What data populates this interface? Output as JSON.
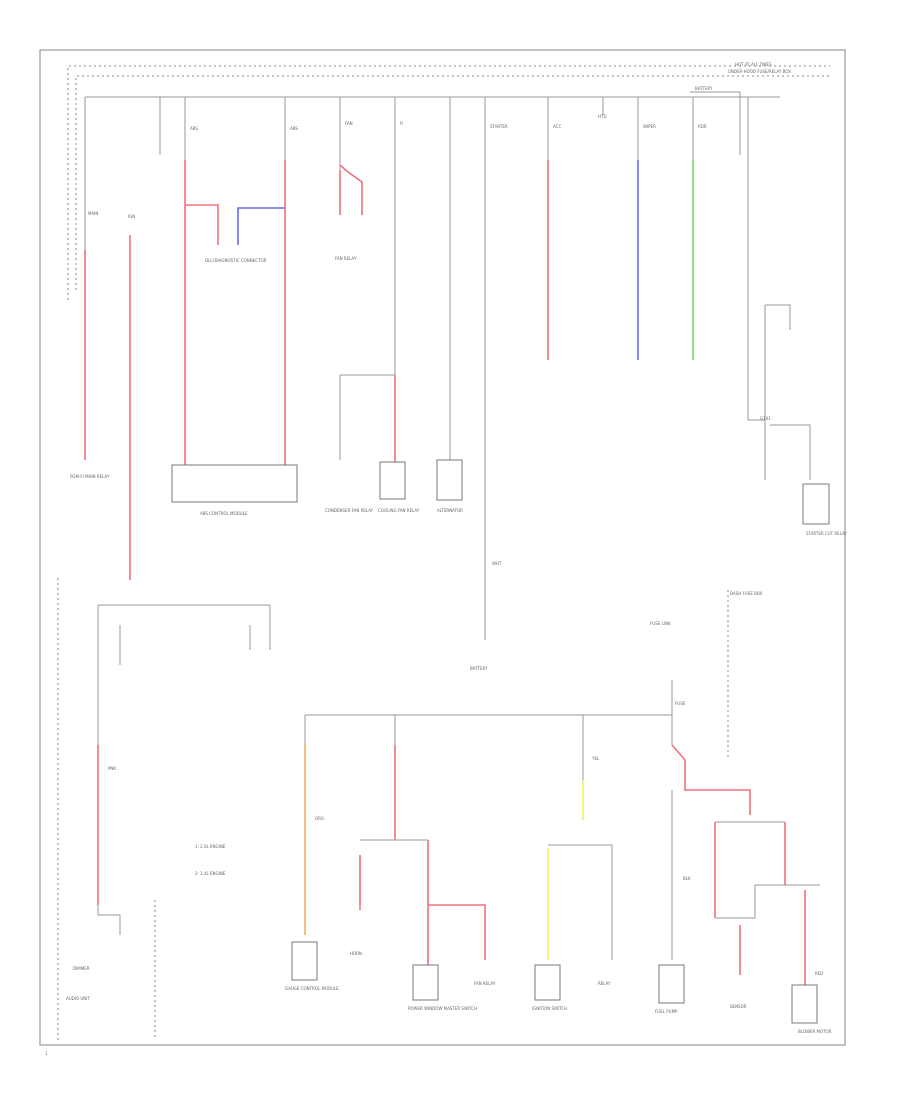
{
  "diagram": {
    "title_line_1": "HOT AT ALL TIMES",
    "title_line_2": "UNDER-HOOD FUSE/RELAY BOX",
    "page_number": "1",
    "legend": {
      "entry_1": "1: 2.0L ENGINE",
      "entry_2": "2: 2.4L ENGINE"
    },
    "top_labels": {
      "branch_1": "MAIN",
      "branch_2": "ABS",
      "branch_3": "ABS",
      "branch_4": "FAN",
      "branch_5": "FI",
      "branch_6": "IGN",
      "branch_7": "STARTER",
      "branch_8": "ACC",
      "branch_9": "HTD",
      "branch_10": "WIPER",
      "branch_11": "RDR",
      "bus": "BATTERY"
    },
    "components": {
      "abs_control_module": "ABS CONTROL MODULE",
      "fan_relay": "FAN RELAY",
      "cooling_fan_relay": "COOLING FAN RELAY",
      "condenser_fan_relay": "CONDENSER FAN RELAY",
      "alternator": "ALTERNATOR",
      "dlc_connector": "DLC/DIAGNOSTIC CONNECTOR",
      "battery": "BATTERY",
      "starter_cut_relay": "STARTER CUT RELAY",
      "main_relay": "PGM-FI MAIN RELAY",
      "fuse_box": "DASH FUSE BOX",
      "ground": "G101",
      "ignition_switch": "IGNITION SWITCH",
      "power_window": "POWER WINDOW MASTER SWITCH",
      "gauge": "GAUGE CONTROL MODULE",
      "horn": "HORN",
      "relay_1": "FAN RELAY",
      "relay_2": "RELAY",
      "dimmer": "DIMMER",
      "fuse_label": "FUSE",
      "fuse_link": "FUSE LINK",
      "fuel_pump": "FUEL PUMP",
      "audio": "AUDIO UNIT",
      "sensor": "SENSOR",
      "blower": "BLOWER MOTOR",
      "wire_red": "RED",
      "wire_wht": "WHT",
      "wire_blk": "BLK",
      "wire_pnk": "PNK",
      "wire_org": "ORG",
      "wire_yel": "YEL"
    }
  },
  "colors": {
    "red": "#f0707a",
    "blue": "#6a6af0",
    "green": "#6fdc6f",
    "orange": "#f0b060",
    "yellow": "#f0f060",
    "line": "#888888"
  }
}
